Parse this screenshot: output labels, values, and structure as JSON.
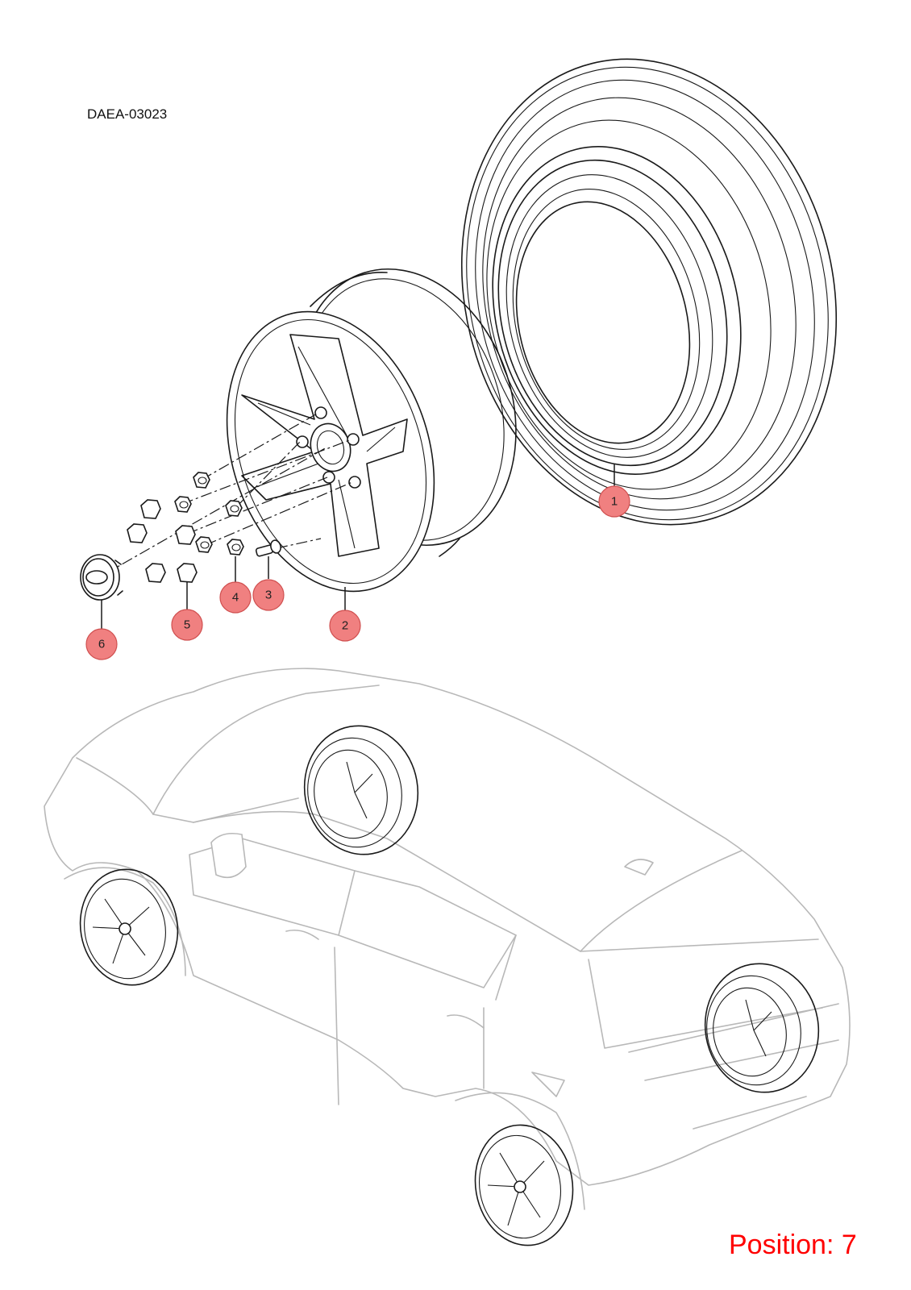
{
  "diagram_code": "DAEA-03023",
  "position_label": "Position: 7",
  "callouts": [
    {
      "number": "1",
      "part": "tire"
    },
    {
      "number": "2",
      "part": "wheel-rim"
    },
    {
      "number": "3",
      "part": "valve-stem"
    },
    {
      "number": "4",
      "part": "wheel-nut"
    },
    {
      "number": "5",
      "part": "wheel-bolt"
    },
    {
      "number": "6",
      "part": "center-cap"
    }
  ],
  "colors": {
    "callout_fill": "#f08080",
    "position_text": "#ff0000",
    "line_art": "#1a1a1a",
    "vehicle_outline": "#b8b8b8"
  }
}
